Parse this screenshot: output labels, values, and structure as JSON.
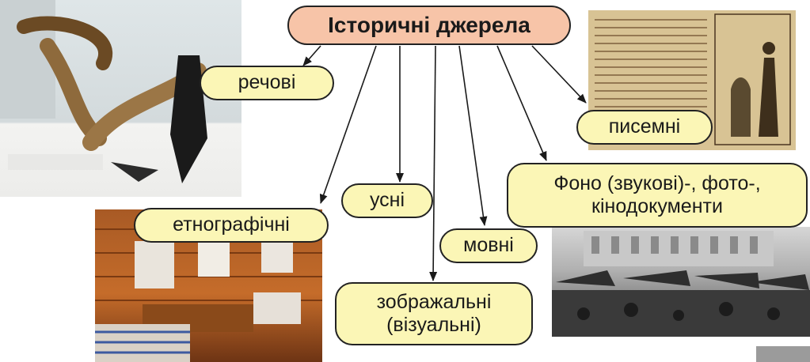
{
  "title": "Історичні джерела",
  "categories": {
    "material": "речові",
    "written": "писемні",
    "ethnographic": "етнографічні",
    "oral": "усні",
    "linguistic": "мовні",
    "visual_line1": "зображальні",
    "visual_line2": "(візуальні)",
    "audio_line1": "Фоно (звукові)-, фото-,",
    "audio_line2": "кінодокументи"
  },
  "photos": [
    "wooden-plough",
    "papyrus-manuscript",
    "folk-house-interior",
    "old-market-photo"
  ],
  "colors": {
    "title_fill": "#f7c4a8",
    "label_fill": "#fbf6b6",
    "outline": "#222222",
    "corner_tab": "#9b9b9b"
  }
}
